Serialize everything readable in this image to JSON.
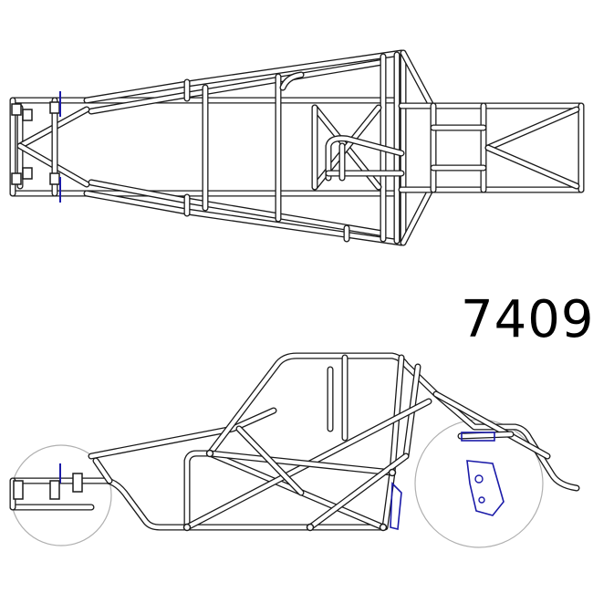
{
  "drawing": {
    "part_number": "7409",
    "views": [
      "top",
      "side"
    ],
    "colors": {
      "tube_outline": "#1a1a1a",
      "tube_fill": "#ffffff",
      "suspension_parts": "#1a1aa8",
      "wheel_outline": "#b0b0b0"
    }
  }
}
